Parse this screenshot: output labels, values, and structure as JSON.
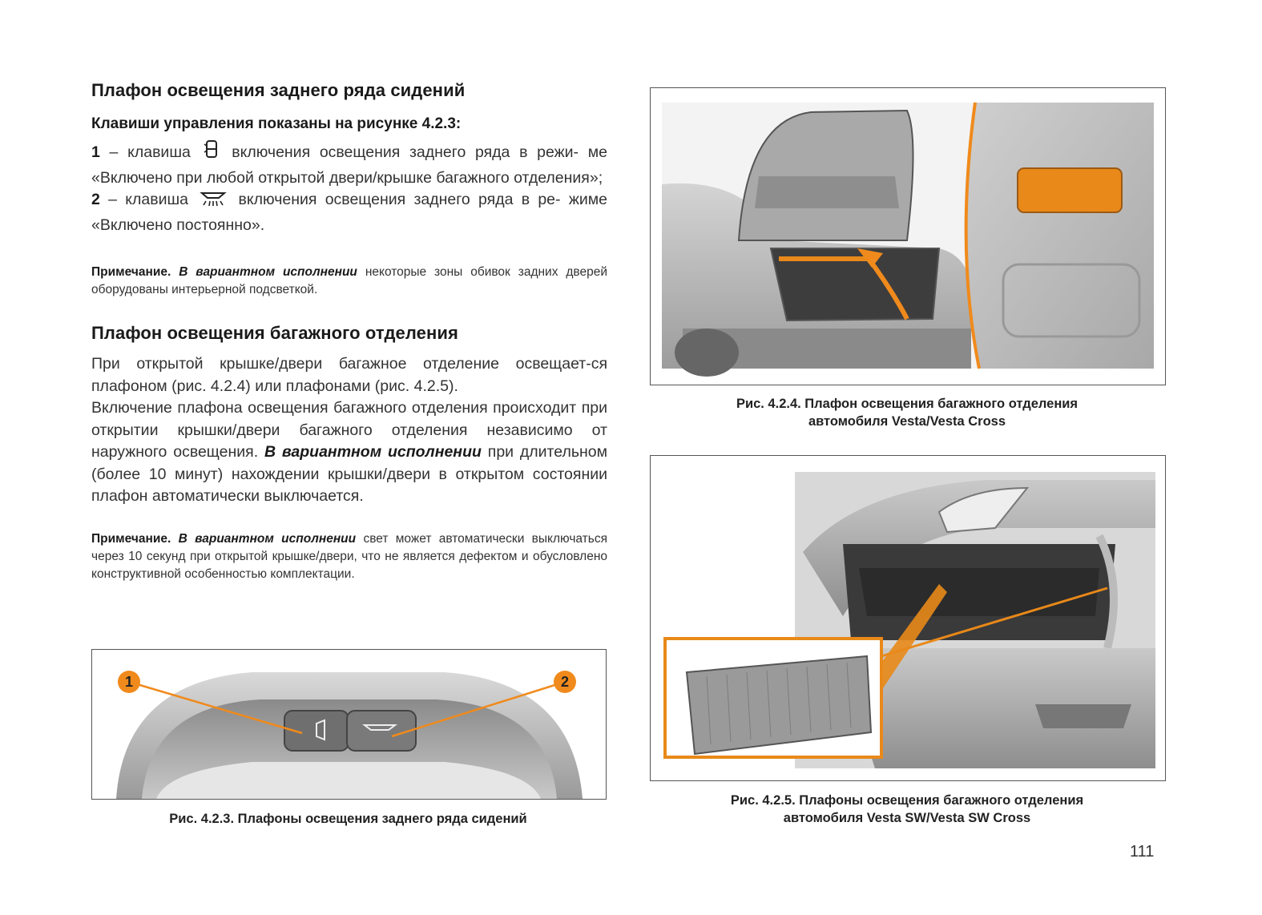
{
  "section1": {
    "heading": "Плафон освещения заднего ряда сидений",
    "subheading": "Клавиши управления показаны на рисунке 4.2.3:",
    "item1_num": "1",
    "item1_pre": " – клавиша",
    "item1_text_line1": "включения освещения заднего ряда в режи-",
    "item1_text_rest": "ме «Включено при любой открытой двери/крышке багажного отделения»;",
    "item2_num": "2",
    "item2_pre": " – клавиша",
    "item2_text_line1": "включения освещения заднего ряда в ре-",
    "item2_text_rest": "жиме «Включено постоянно».",
    "note_label": "Примечание.",
    "note_emph": "В вариантном исполнении",
    "note_text": "некоторые зоны обивок задних дверей оборудованы интерьерной подсветкой."
  },
  "section2": {
    "heading": "Плафон освещения багажного отделения",
    "para1": "При открытой крышке/двери багажное отделение освещает-ся плафоном (рис. 4.2.4) или плафонами (рис. 4.2.5).",
    "para2_start": "Включение плафона освещения багажного отделения происходит при открытии крышки/двери багажного отделения независимо от наружного освещения.",
    "para2_emph": "В вариантном исполнении",
    "para2_end": "при длительном (более 10 минут) нахождении крышки/двери в открытом состоянии плафон автоматически выключается.",
    "note_label": "Примечание.",
    "note_emph": "В вариантном исполнении",
    "note_text": "свет может автоматически выключаться через 10 секунд при открытой крышке/двери, что не является дефектом и обусловлено конструктивной особенностью комплектации."
  },
  "figures": {
    "fig423": {
      "caption": "Рис. 4.2.3. Плафоны освещения заднего ряда сидений",
      "label1": "1",
      "label2": "2"
    },
    "fig424": {
      "caption_line1": "Рис. 4.2.4. Плафон освещения багажного отделения",
      "caption_line2": "автомобиля Vesta/Vesta Cross"
    },
    "fig425": {
      "caption_line1": "Рис. 4.2.5. Плафоны освещения багажного отделения",
      "caption_line2": "автомобиля Vesta SW/Vesta SW Cross"
    }
  },
  "page_number": "111",
  "colors": {
    "accent_orange": "#F08A1C",
    "callout_orange": "#E8891A",
    "text": "#333333"
  }
}
